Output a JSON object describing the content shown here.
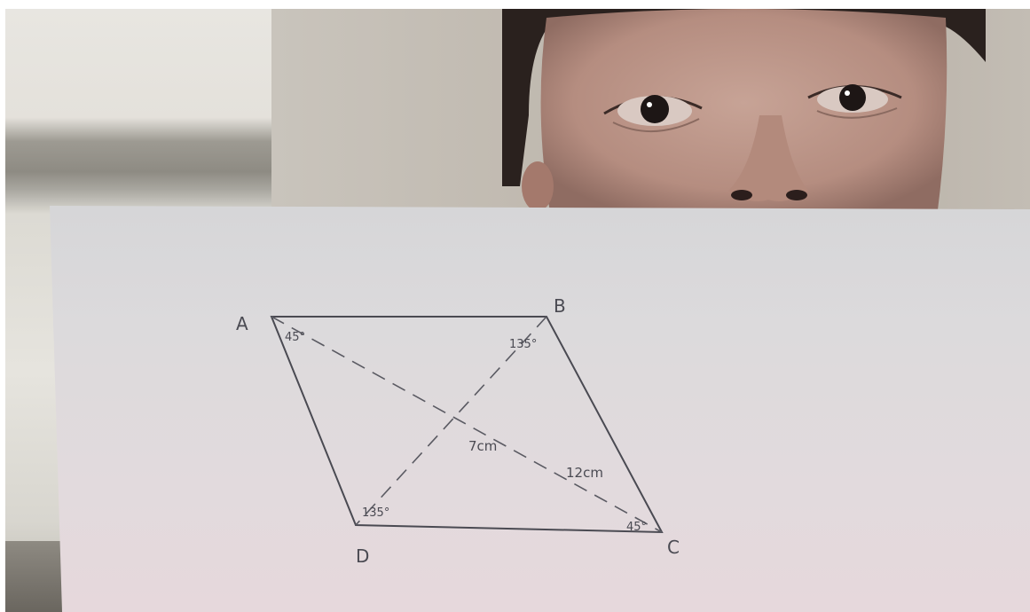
{
  "diagram": {
    "vertices": {
      "a": "A",
      "b": "B",
      "c": "C",
      "d": "D"
    },
    "angles": {
      "a": "45°",
      "b": "135°",
      "c": "45°",
      "d": "135°"
    },
    "lengths": {
      "short_diagonal": "7cm",
      "long_diagonal": "12cm"
    }
  },
  "colors": {
    "pencil": "#4a4a52",
    "paper": "#dcdadc",
    "wall": "#c9c4bc"
  }
}
